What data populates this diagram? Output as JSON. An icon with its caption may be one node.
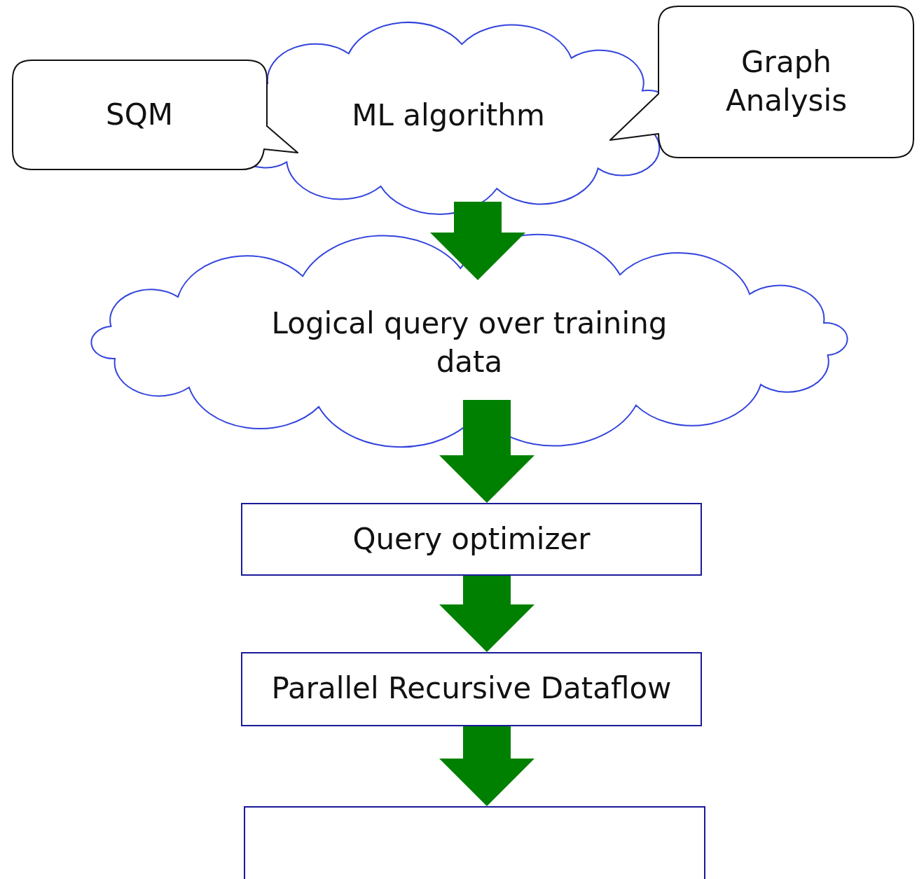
{
  "diagram": {
    "nodes": [
      {
        "text": [
          "ML algorithm"
        ]
      },
      {
        "text": [
          "SQM"
        ]
      },
      {
        "text": [
          "Graph Analysis"
        ]
      },
      {
        "text": [
          "Logical query over training data"
        ]
      },
      {
        "text": [
          "Query optimizer"
        ]
      },
      {
        "text": [
          "Parallel Recursive Dataflow"
        ]
      },
      {
        "text": [],
        "shape": "box"
      }
    ],
    "edges": [
      {
        "from": 0,
        "to": 3,
        "arrow": "to"
      },
      {
        "from": 3,
        "to": 4,
        "arrow": "to"
      },
      {
        "from": 4,
        "to": 5,
        "arrow": "to"
      },
      {
        "from": 5,
        "to": 6,
        "arrow": "to"
      }
    ]
  }
}
